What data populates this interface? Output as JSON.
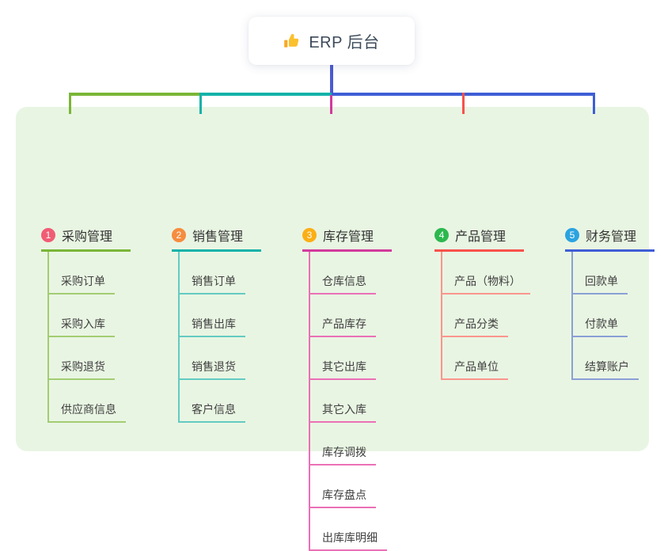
{
  "canvas": {
    "background": "#ffffff",
    "panel_background": "#e9f5e3"
  },
  "root": {
    "label": "ERP 后台",
    "icon": "thumbs-up-icon",
    "icon_color": "#fbc02d",
    "connector_color": "#4b5bd0"
  },
  "branches": [
    {
      "number": "1",
      "label": "采购管理",
      "badge_color": "#f15c75",
      "line_color": "#7ab637",
      "child_line_color": "#a2cd72",
      "children": [
        "采购订单",
        "采购入库",
        "采购退货",
        "供应商信息"
      ]
    },
    {
      "number": "2",
      "label": "销售管理",
      "badge_color": "#f68c3e",
      "line_color": "#12b2a8",
      "child_line_color": "#63cbc2",
      "children": [
        "销售订单",
        "销售出库",
        "销售退货",
        "客户信息"
      ]
    },
    {
      "number": "3",
      "label": "库存管理",
      "badge_color": "#fbaf15",
      "line_color": "#d23a9c",
      "child_line_color": "#ea70b6",
      "children": [
        "仓库信息",
        "产品库存",
        "其它出库",
        "其它入库",
        "库存调拨",
        "库存盘点",
        "出库库明细"
      ]
    },
    {
      "number": "4",
      "label": "产品管理",
      "badge_color": "#2cb84e",
      "line_color": "#f8514b",
      "child_line_color": "#f9968d",
      "children": [
        "产品（物料）",
        "产品分类",
        "产品单位"
      ]
    },
    {
      "number": "5",
      "label": "财务管理",
      "badge_color": "#2ba3e0",
      "line_color": "#3e5ed6",
      "child_line_color": "#8aa0d6",
      "children": [
        "回款单",
        "付款单",
        "结算账户"
      ]
    }
  ]
}
